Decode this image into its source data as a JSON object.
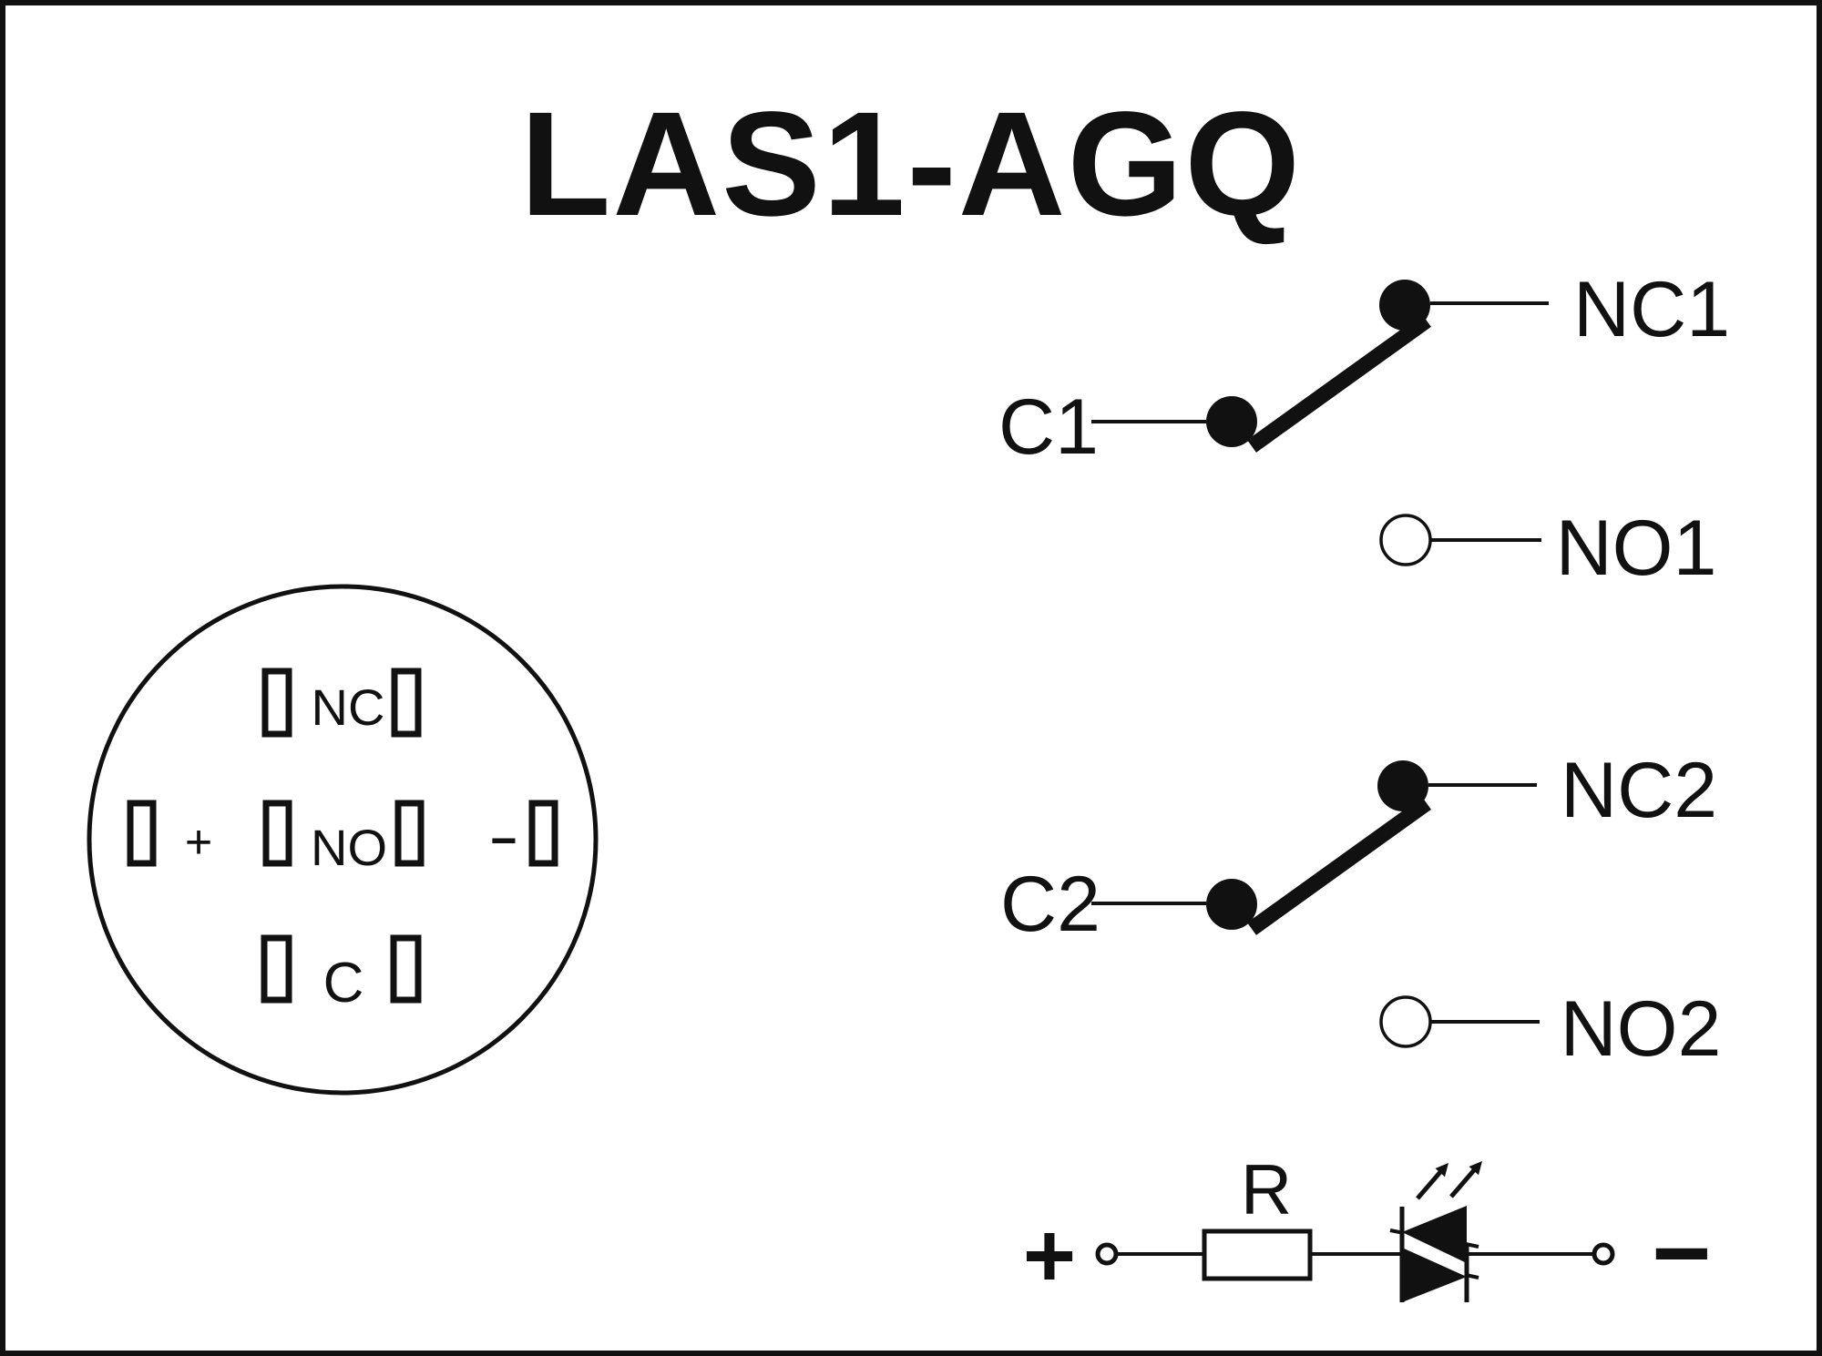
{
  "title": "LAS1-AGQ",
  "connector": {
    "labels": {
      "top": "NC",
      "middle": "NO",
      "bottom": "C",
      "positive": "+",
      "negative": "−"
    }
  },
  "switches": [
    {
      "common": "C1",
      "normally_closed": "NC1",
      "normally_open": "NO1"
    },
    {
      "common": "C2",
      "normally_closed": "NC2",
      "normally_open": "NO2"
    }
  ],
  "led_circuit": {
    "positive": "+",
    "resistor": "R",
    "negative": "−"
  },
  "colors": {
    "ink": "#111111",
    "background": "#ffffff"
  }
}
